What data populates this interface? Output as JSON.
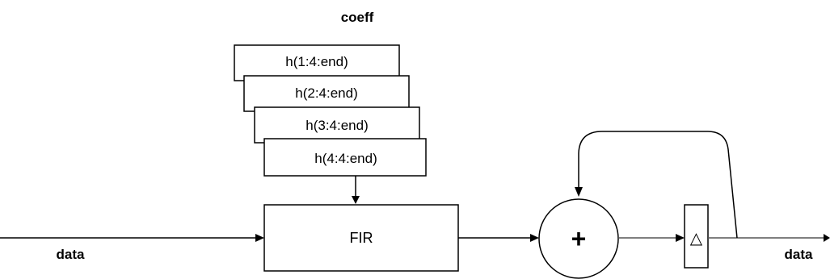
{
  "diagram": {
    "title": "coeff",
    "coefficient_boxes": [
      {
        "label": "h(1:4:end)"
      },
      {
        "label": "h(2:4:end)"
      },
      {
        "label": "h(3:4:end)"
      },
      {
        "label": "h(4:4:end)"
      }
    ],
    "filter_label": "FIR",
    "adder_symbol": "+",
    "delay_symbol": "△",
    "input_label": "data",
    "output_label": "data"
  }
}
